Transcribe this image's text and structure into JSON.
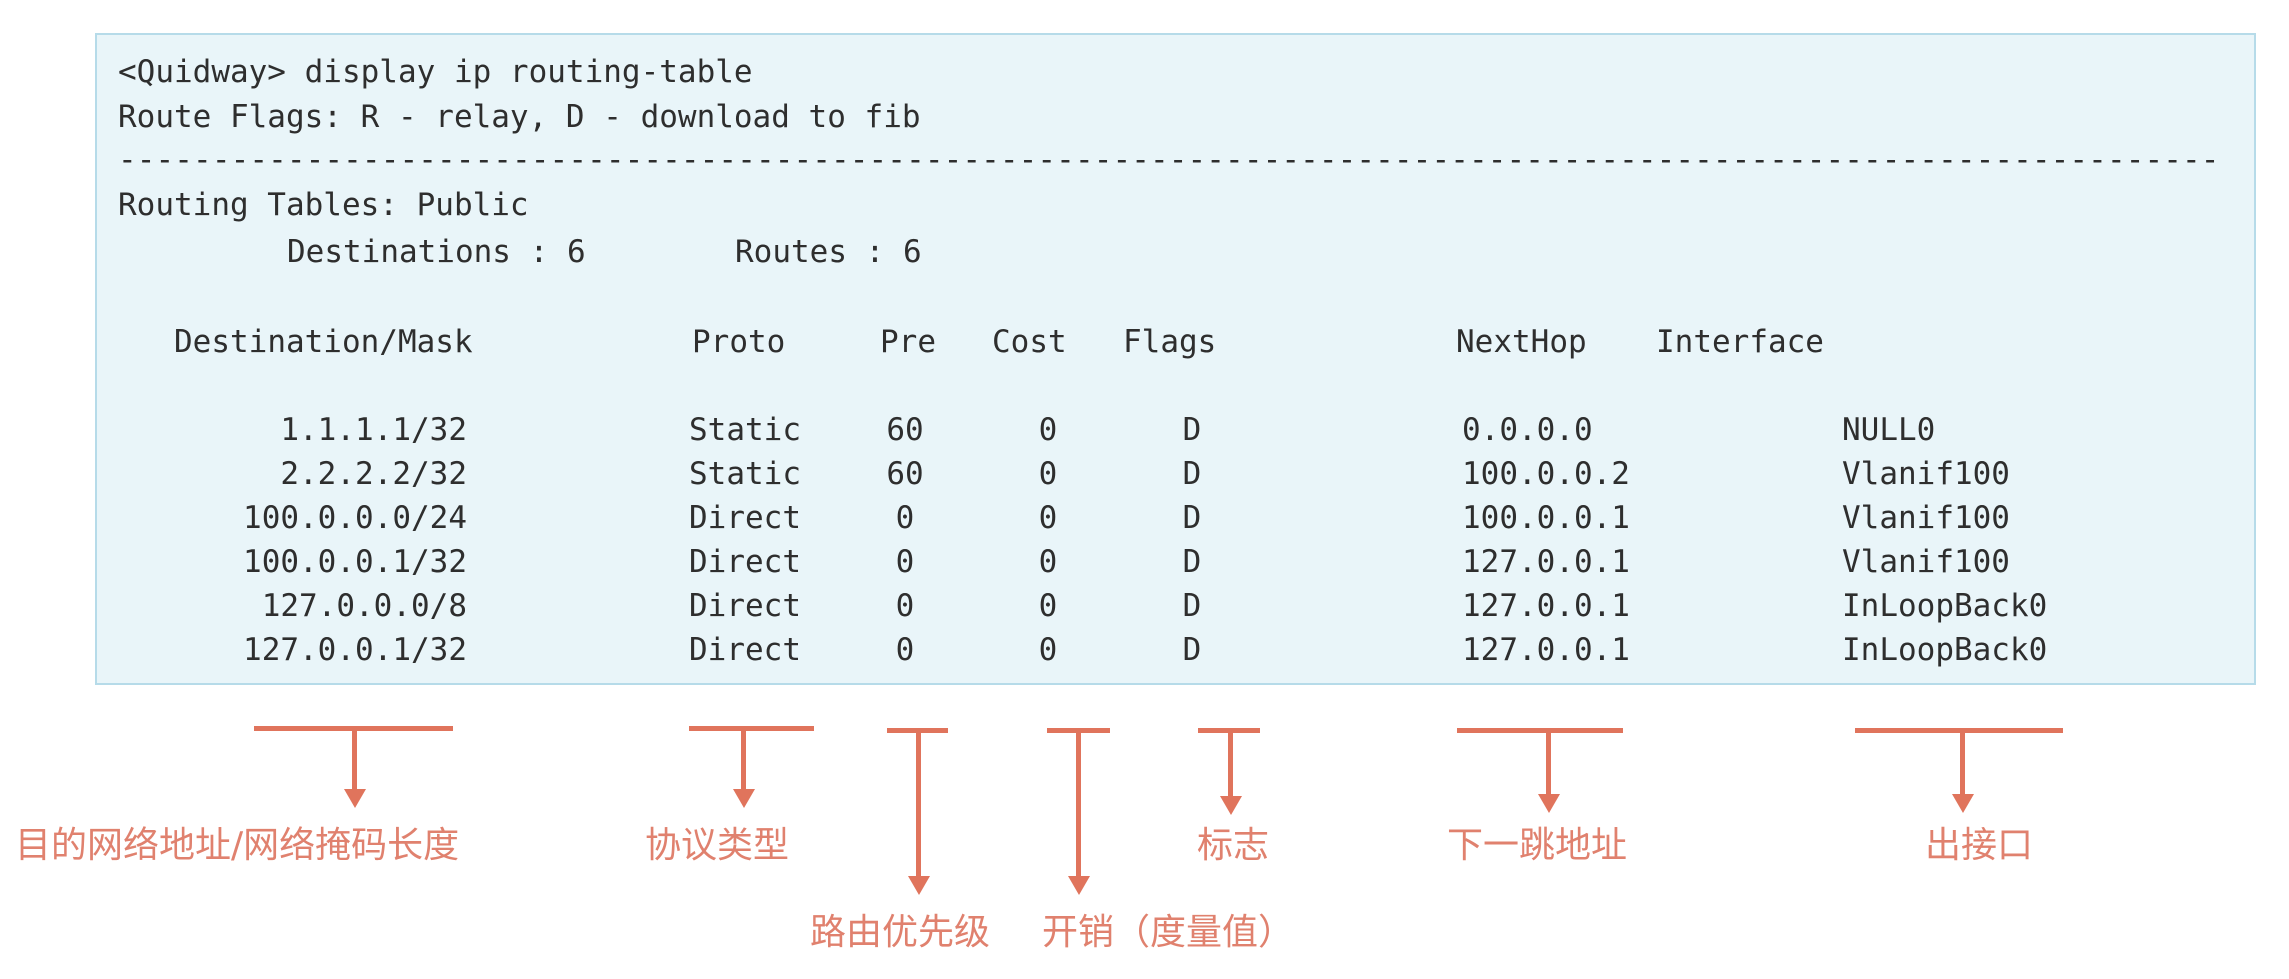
{
  "console": {
    "command_line": "<Quidway> display ip routing-table",
    "route_flags_line": "Route Flags: R - relay, D - download to fib",
    "separator": "----------------------------------------------------------------------------------------------------------------",
    "routing_tables_line": "Routing Tables: Public",
    "summary": {
      "destinations": "Destinations : 6",
      "routes": "Routes : 6"
    },
    "table": {
      "headers": [
        "Destination/Mask",
        "Proto",
        "Pre",
        "Cost",
        "Flags",
        "NextHop",
        "Interface"
      ],
      "rows": [
        {
          "destination": "1.1.1.1/32",
          "proto": "Static",
          "pre": "60",
          "cost": "0",
          "flags": "D",
          "nexthop": "0.0.0.0",
          "interface": "NULL0"
        },
        {
          "destination": "2.2.2.2/32",
          "proto": "Static",
          "pre": "60",
          "cost": "0",
          "flags": "D",
          "nexthop": "100.0.0.2",
          "interface": "Vlanif100"
        },
        {
          "destination": "100.0.0.0/24",
          "proto": "Direct",
          "pre": "0",
          "cost": "0",
          "flags": "D",
          "nexthop": "100.0.0.1",
          "interface": "Vlanif100"
        },
        {
          "destination": "100.0.0.1/32",
          "proto": "Direct",
          "pre": "0",
          "cost": "0",
          "flags": "D",
          "nexthop": "127.0.0.1",
          "interface": "Vlanif100"
        },
        {
          "destination": "127.0.0.0/8",
          "proto": "Direct",
          "pre": "0",
          "cost": "0",
          "flags": "D",
          "nexthop": "127.0.0.1",
          "interface": "InLoopBack0"
        },
        {
          "destination": "127.0.0.1/32",
          "proto": "Direct",
          "pre": "0",
          "cost": "0",
          "flags": "D",
          "nexthop": "127.0.0.1",
          "interface": "InLoopBack0"
        }
      ]
    }
  },
  "annotations": {
    "destination_label": "目的网络地址/网络掩码长度",
    "proto_label": "协议类型",
    "pre_label": "路由优先级",
    "cost_label": "开销（度量值）",
    "flags_label": "标志",
    "nexthop_label": "下一跳地址",
    "interface_label": "出接口"
  },
  "colors": {
    "console_background": "#e9f5f9",
    "console_border": "#b6dbe9",
    "console_text": "#2e2e2e",
    "arrow": "#e0745c",
    "annotation_text": "#e0816e",
    "page_background": "#ffffff"
  }
}
